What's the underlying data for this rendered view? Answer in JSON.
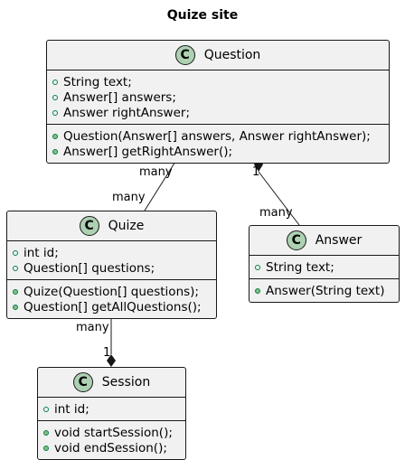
{
  "diagram": {
    "title": "Quize site",
    "class_badge_letter": "C",
    "classes": {
      "question": {
        "name": "Question",
        "attributes": [
          "String text;",
          "Answer[] answers;",
          "Answer rightAnswer;"
        ],
        "methods": [
          "Question(Answer[] answers, Answer rightAnswer);",
          "Answer[] getRightAnswer();"
        ]
      },
      "quize": {
        "name": "Quize",
        "attributes": [
          "int id;",
          "Question[] questions;"
        ],
        "methods": [
          "Quize(Question[] questions);",
          "Question[] getAllQuestions();"
        ]
      },
      "answer": {
        "name": "Answer",
        "attributes": [
          "String text;"
        ],
        "methods": [
          "Answer(String text)"
        ]
      },
      "session": {
        "name": "Session",
        "attributes": [
          "int id;"
        ],
        "methods": [
          "void startSession();",
          "void endSession();"
        ]
      }
    },
    "relations": {
      "question_quize": {
        "from_label": "many",
        "to_label": "many"
      },
      "question_answer": {
        "from_label": "1",
        "to_label": "many"
      },
      "quize_session": {
        "from_label": "many",
        "to_label": "1"
      }
    },
    "colors": {
      "class_fill": "#f1f1f1",
      "border": "#181818",
      "class_badge": "#add1b2",
      "visibility_public": "#038048",
      "method_fill": "#84be84"
    }
  }
}
